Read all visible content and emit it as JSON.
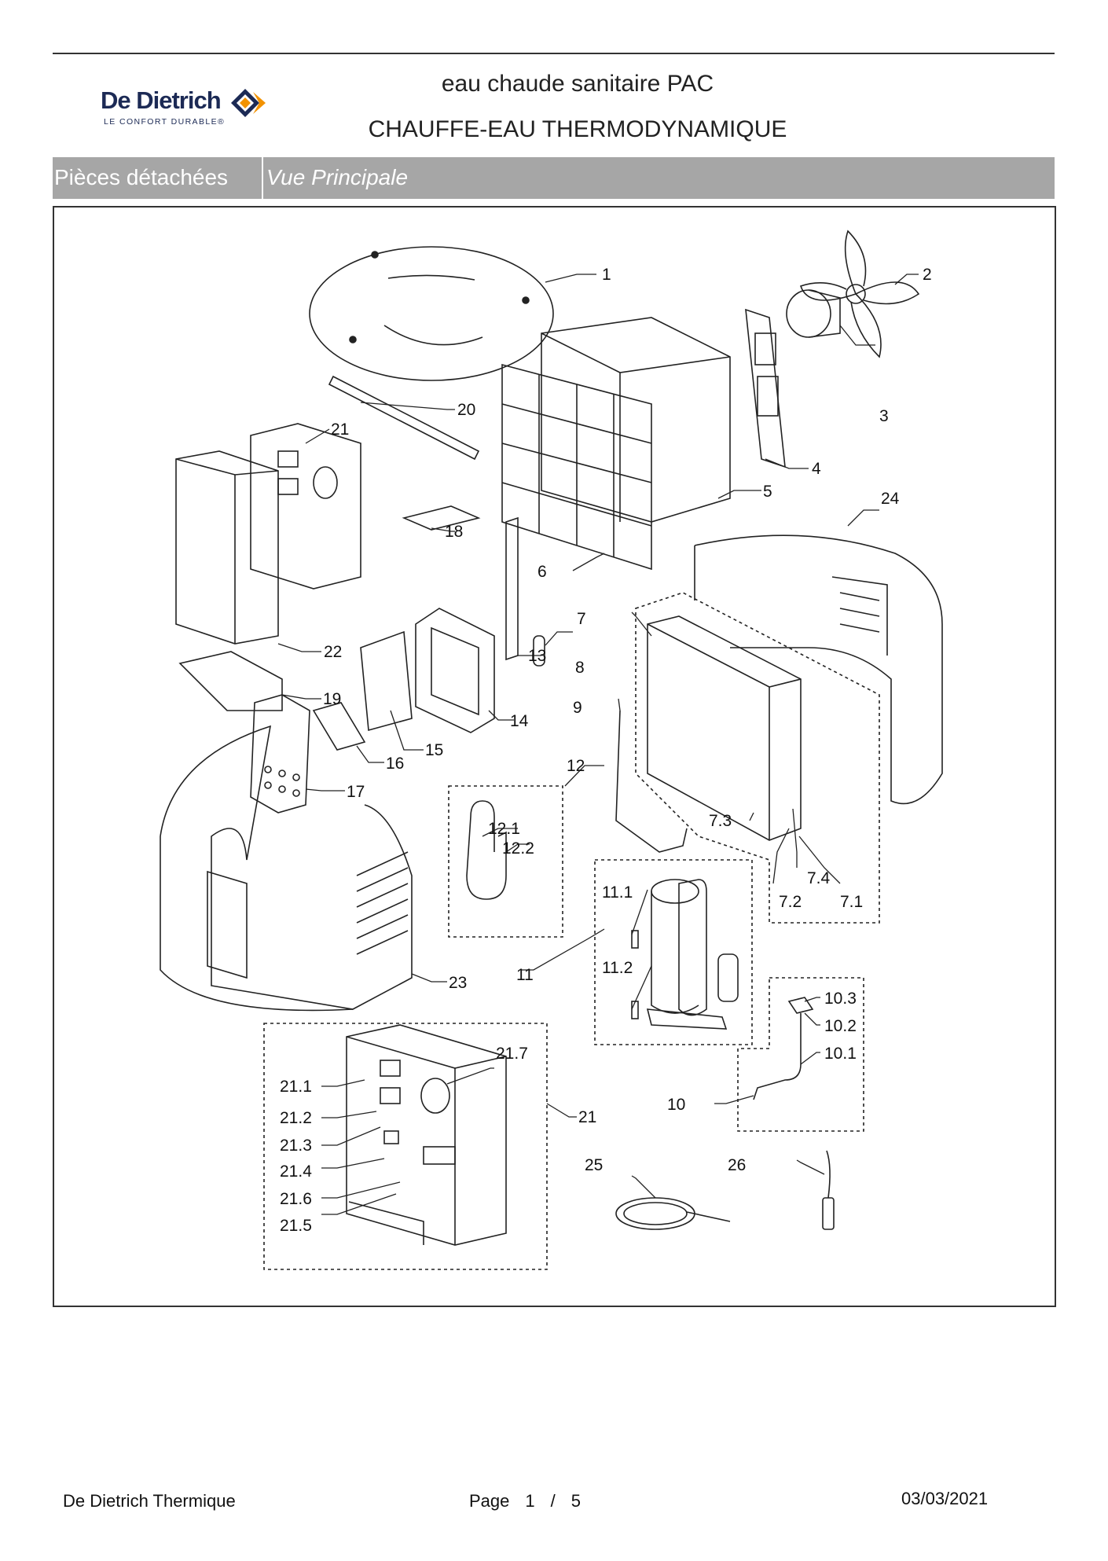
{
  "header": {
    "brand_name": "De Dietrich",
    "brand_tagline": "LE CONFORT DURABLE®",
    "title_line1": "eau chaude sanitaire PAC",
    "title_line2": "CHAUFFE-EAU THERMODYNAMIQUE"
  },
  "section_bar": {
    "left": "Pièces détachées",
    "right": "Vue Principale"
  },
  "diagram": {
    "part_labels": [
      "1",
      "2",
      "3",
      "4",
      "5",
      "6",
      "7",
      "7.1",
      "7.2",
      "7.3",
      "7.4",
      "8",
      "9",
      "10",
      "10.1",
      "10.2",
      "10.3",
      "11",
      "11.1",
      "11.2",
      "12",
      "12.1",
      "12.2",
      "13",
      "14",
      "15",
      "16",
      "17",
      "18",
      "19",
      "20",
      "21",
      "21",
      "21.1",
      "21.2",
      "21.3",
      "21.4",
      "21.5",
      "21.6",
      "21.7",
      "22",
      "23",
      "24",
      "25",
      "26"
    ]
  },
  "footer": {
    "company": "De Dietrich Thermique",
    "page_label": "Page",
    "page_number": "1",
    "page_sep": "/",
    "page_total": "5",
    "date": "03/03/2021"
  },
  "colors": {
    "brand_blue": "#1c2a55",
    "brand_orange": "#f29200",
    "bar_gray": "#a6a6a6"
  }
}
